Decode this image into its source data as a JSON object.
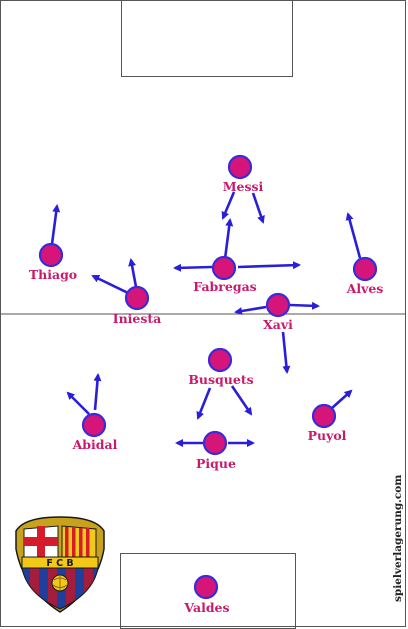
{
  "colors": {
    "player_fill": "#d6157a",
    "player_ring": "#3a2bd8",
    "arrow": "#2a1fd9",
    "label": "#c8196a",
    "lines": "#555555"
  },
  "players": [
    {
      "name": "Messi"
    },
    {
      "name": "Thiago"
    },
    {
      "name": "Fabregas"
    },
    {
      "name": "Alves"
    },
    {
      "name": "Iniesta"
    },
    {
      "name": "Xavi"
    },
    {
      "name": "Busquets"
    },
    {
      "name": "Abidal"
    },
    {
      "name": "Puyol"
    },
    {
      "name": "Pique"
    },
    {
      "name": "Valdes"
    }
  ],
  "crest": {
    "icon": "fc-barcelona-crest",
    "text": "FCB"
  },
  "watermark": "spielverlagerung.com"
}
